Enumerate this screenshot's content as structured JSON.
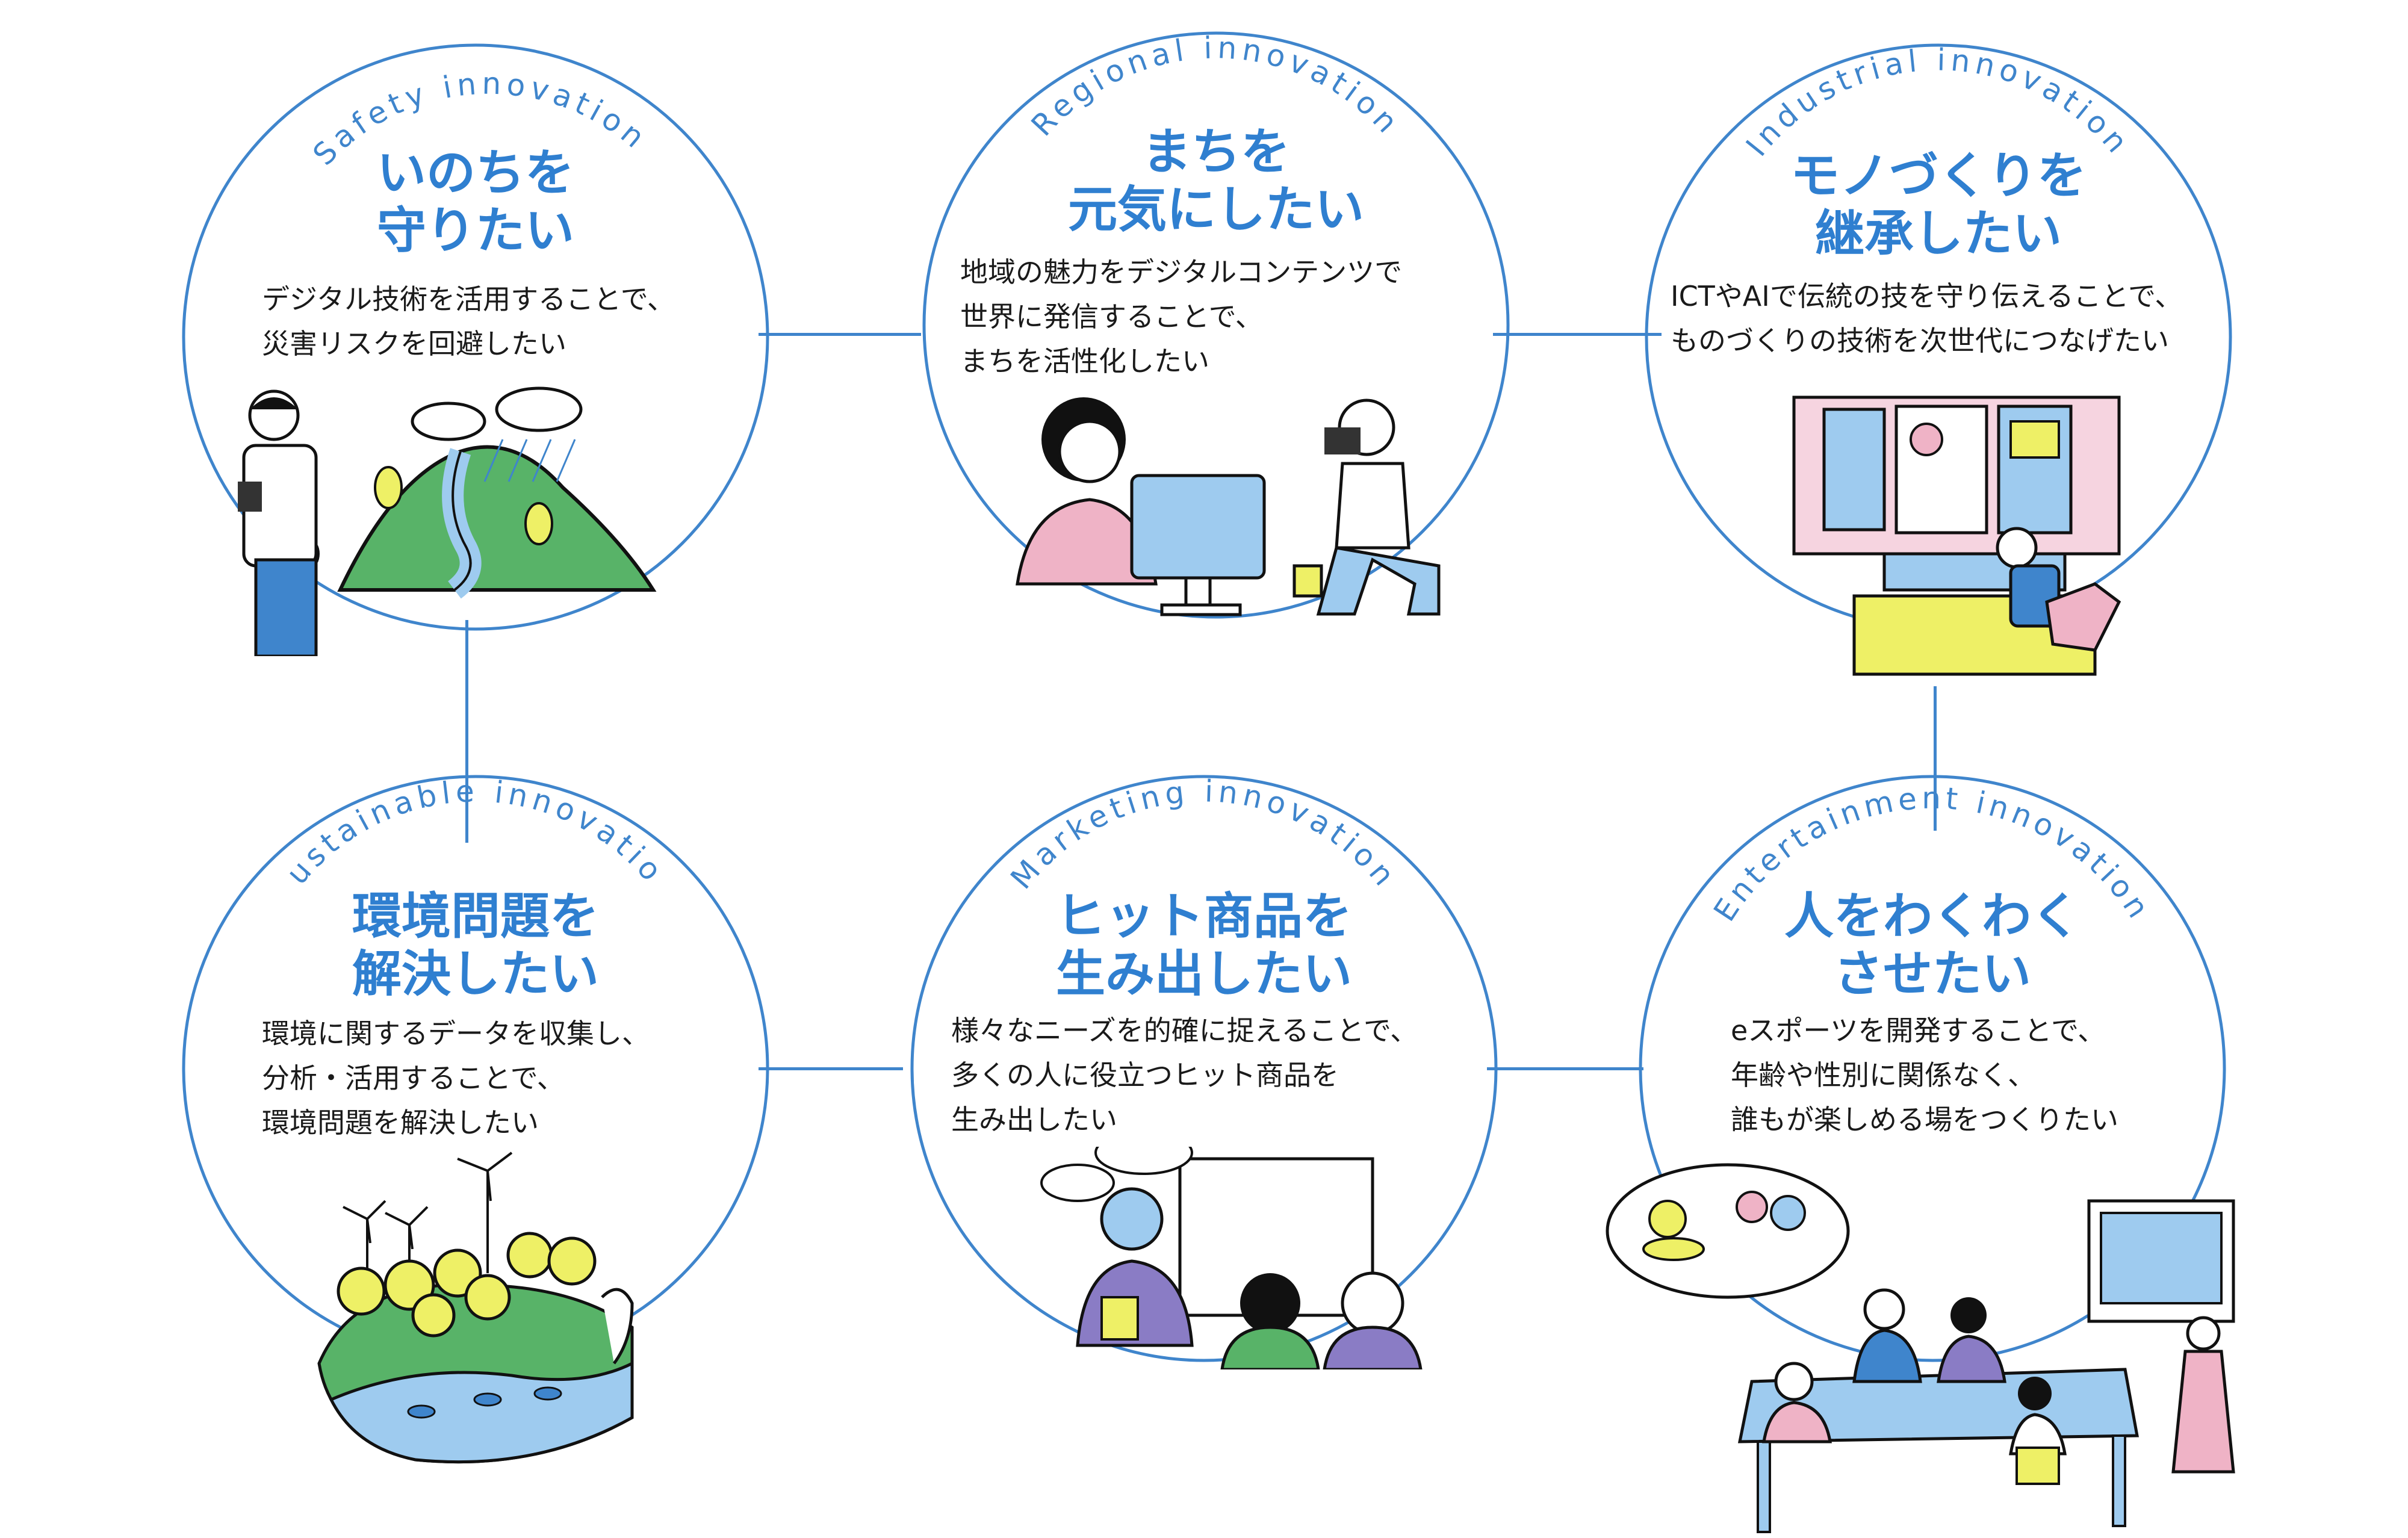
{
  "colors": {
    "accent": "#2f7fd0",
    "line": "#3f85cc",
    "green": "#58b368",
    "yellow": "#eef066",
    "pink": "#efb3c6",
    "lightblue": "#9ecbef",
    "purple": "#8a7cc5"
  },
  "cards": [
    {
      "id": "safety",
      "arc_label": "Safety innovation",
      "title_lines": [
        "いのちを",
        "守りたい"
      ],
      "desc_lines": [
        "デジタル技術を活用することで、",
        "災害リスクを回避したい"
      ]
    },
    {
      "id": "regional",
      "arc_label": "Regional innovation",
      "title_lines": [
        "まちを",
        "元気にしたい"
      ],
      "desc_lines": [
        "地域の魅力をデジタルコンテンツで",
        "世界に発信することで、",
        "まちを活性化したい"
      ]
    },
    {
      "id": "industrial",
      "arc_label": "Industrial innovation",
      "title_lines": [
        "モノづくりを",
        "継承したい"
      ],
      "desc_lines": [
        "ICTやAIで伝統の技を守り伝えることで、",
        "ものづくりの技術を次世代につなげたい"
      ]
    },
    {
      "id": "sustainable",
      "arc_label": "Sustainable innovation",
      "title_lines": [
        "環境問題を",
        "解決したい"
      ],
      "desc_lines": [
        "環境に関するデータを収集し、",
        "分析・活用することで、",
        "環境問題を解決したい"
      ]
    },
    {
      "id": "marketing",
      "arc_label": "Marketing innovation",
      "title_lines": [
        "ヒット商品を",
        "生み出したい"
      ],
      "desc_lines": [
        "様々なニーズを的確に捉えることで、",
        "多くの人に役立つヒット商品を",
        "生み出したい"
      ]
    },
    {
      "id": "entertainment",
      "arc_label": "Entertainment innovation",
      "title_lines": [
        "人をわくわく",
        "させたい"
      ],
      "desc_lines": [
        "eスポーツを開発することで、",
        "年齢や性別に関係なく、",
        "誰もが楽しめる場をつくりたい"
      ]
    }
  ]
}
